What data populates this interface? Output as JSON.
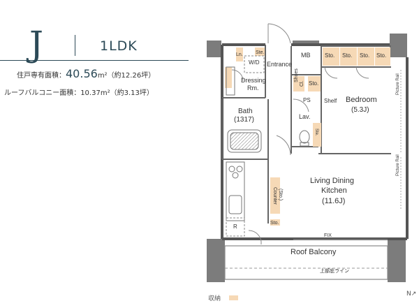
{
  "header": {
    "unit_letter": "J",
    "layout_type": "1LDK",
    "area_label": "住戸専有面積：",
    "area_value": "40.56",
    "area_unit": "m²",
    "area_tsubo": "（約12.26坪）",
    "balcony_label": "ルーフバルコニー面積：10.37m²（約3.13坪）"
  },
  "rooms": {
    "ln": "Ln.",
    "ste": "Ste.",
    "wd": "W/D",
    "dressing": "Dressing",
    "rm": "Rm.",
    "entrance": "Entrance",
    "mb": "MB",
    "sto1": "Sto.",
    "sto2": "Sto.",
    "sto3": "Sto.",
    "sto4": "Sto.",
    "shoes": "Shoes",
    "cl": "Cl.",
    "sto_side": "Sto.",
    "ps": "PS",
    "shelf": "Shelf",
    "bedroom": "Bedroom",
    "bedroom_size": "(5.3J)",
    "bath": "Bath",
    "bath_size": "(1317)",
    "lav": "Lav.",
    "ste_small": "Ste.",
    "picture_rail_1": "Picture Rail",
    "picture_rail_2": "Picture Rail",
    "ldk_1": "Living Dining",
    "ldk_2": "Kitchen",
    "ldk_size": "(11.6J)",
    "counter": "Counter",
    "counter_sto": "(Sto.)",
    "sto_kitchen": "Sto.",
    "r": "R",
    "fix": "FIX",
    "roof_balcony": "Roof Balcony",
    "upper_eave_line": "上部庇ライン"
  },
  "legend": {
    "label": "収納",
    "storage_color": "#f6d9b6"
  },
  "compass": {
    "label": "N"
  }
}
